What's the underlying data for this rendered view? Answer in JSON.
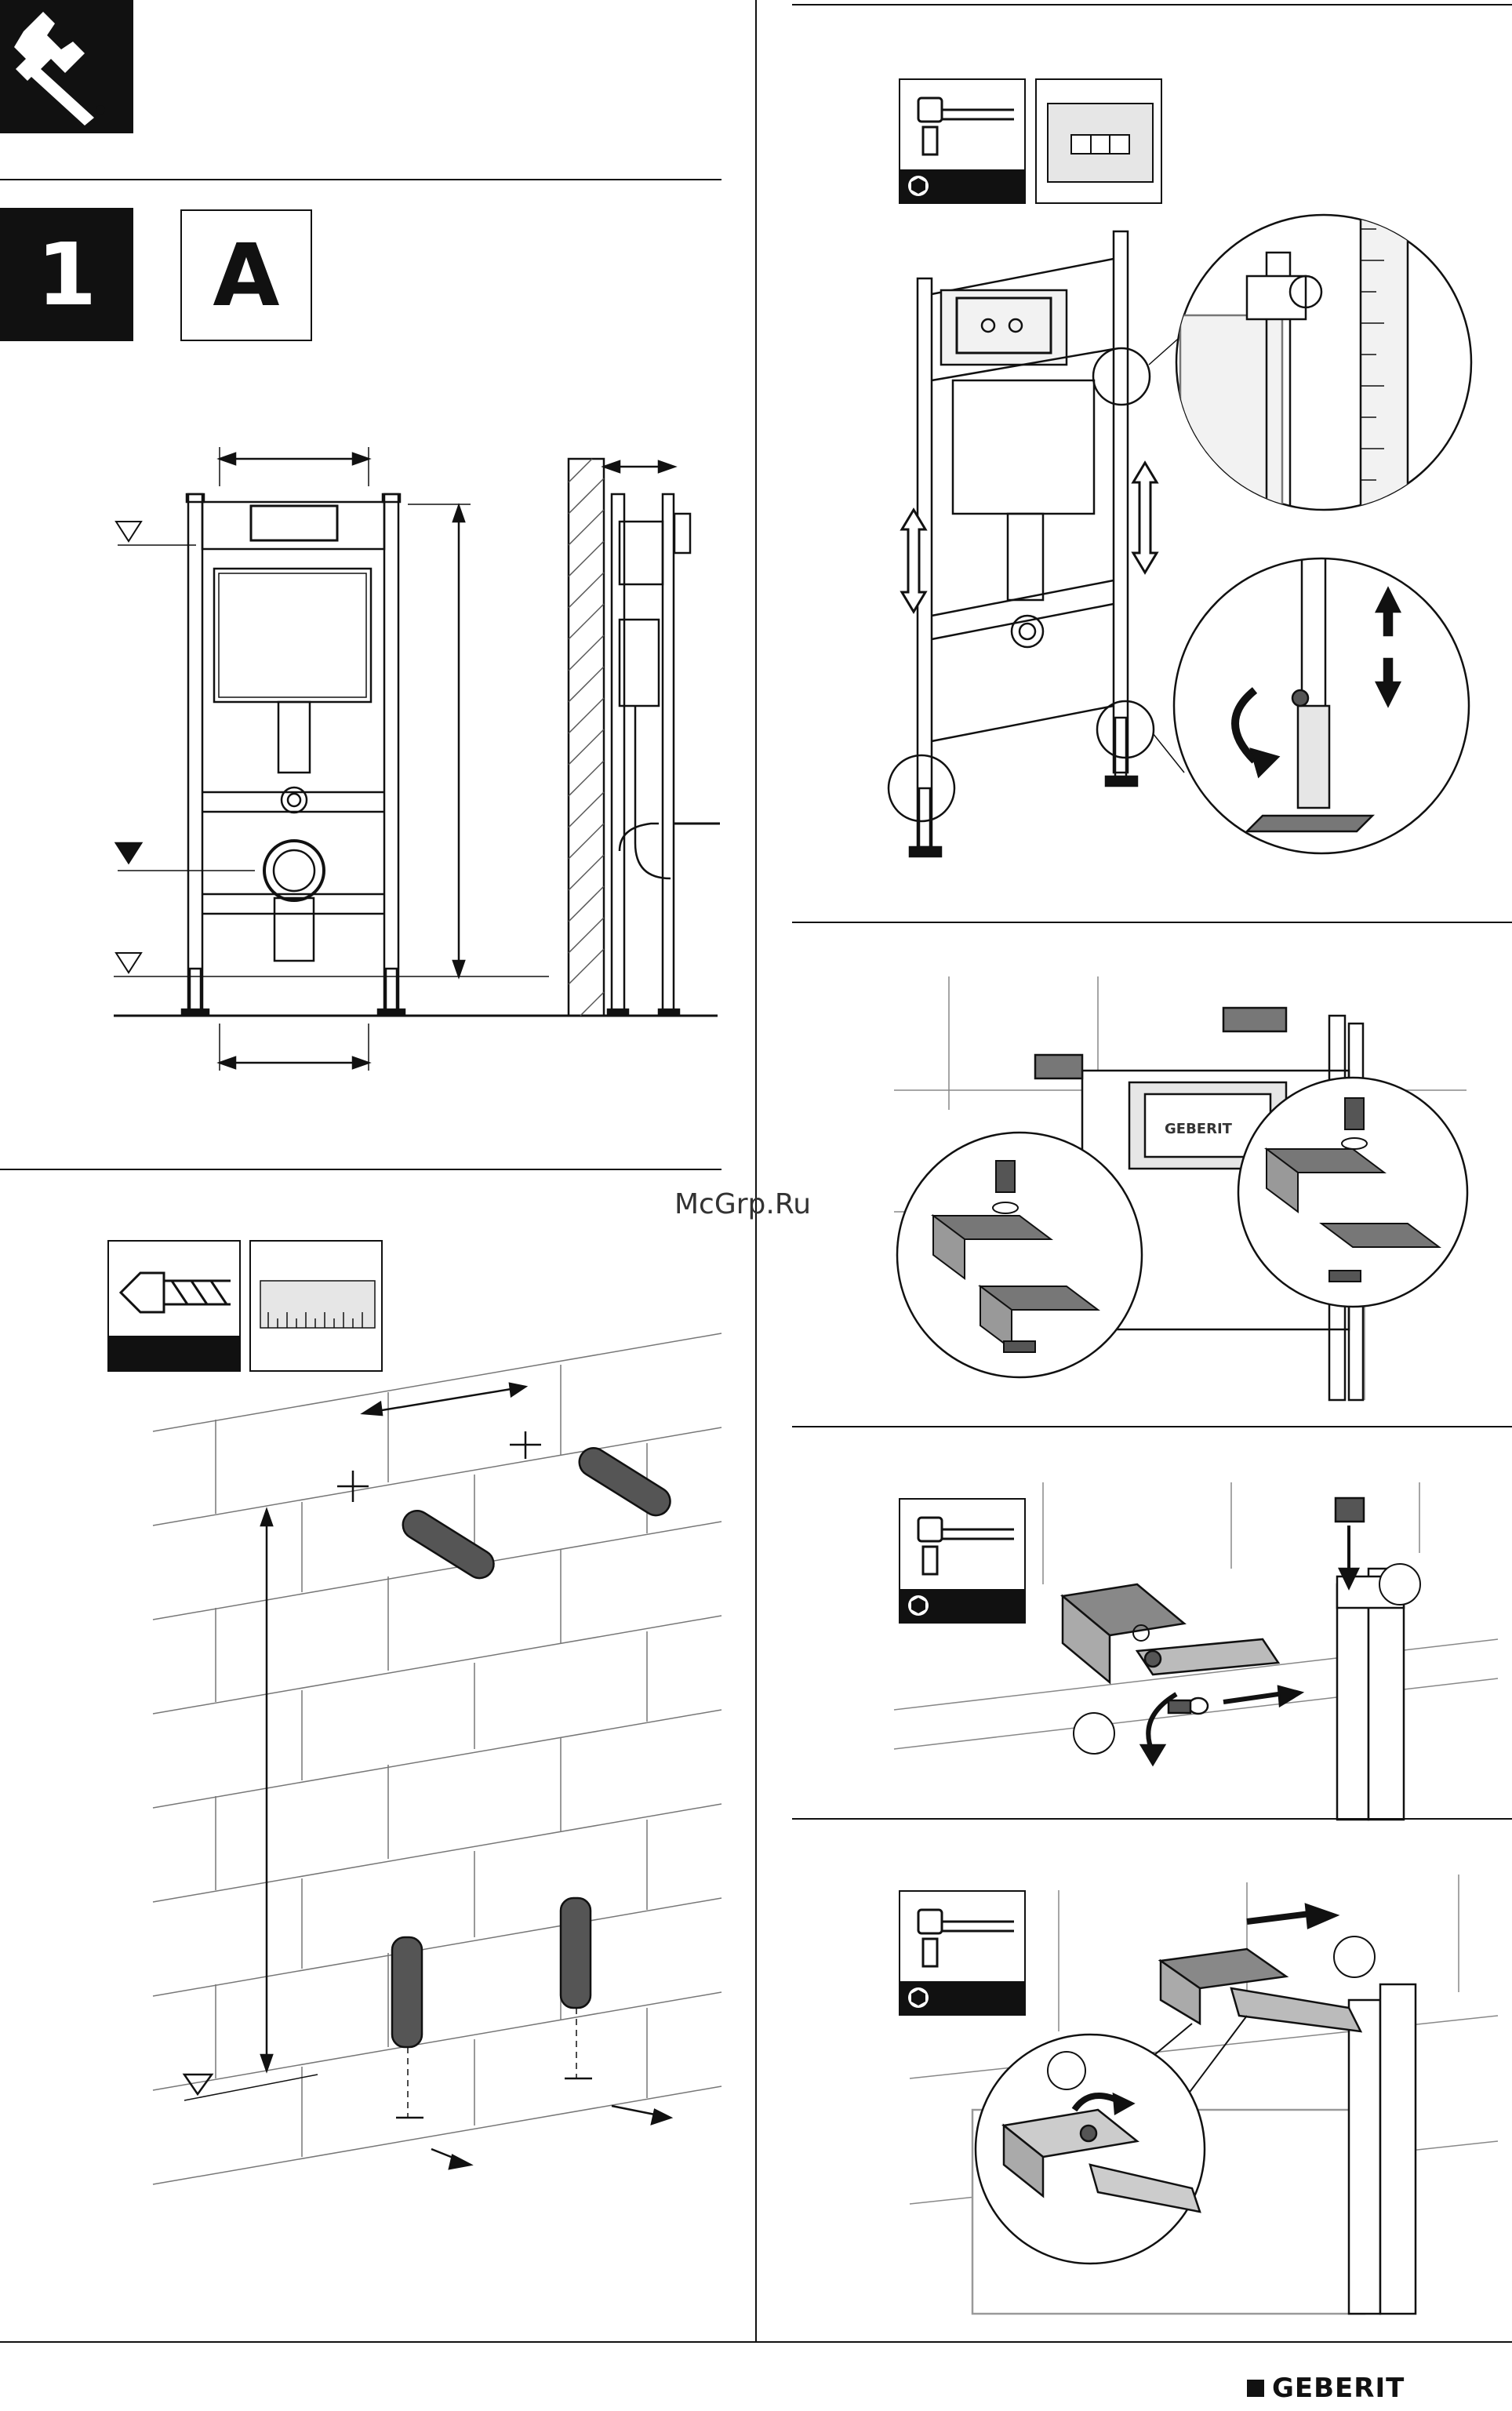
{
  "page": {
    "step_number": "1",
    "step_letter": "A",
    "watermark": "McGrp.Ru",
    "brand": "GEBERIT",
    "frame_brand": "GEBERIT"
  },
  "icons": {
    "header": "wrench-icon",
    "drill": "drill-bit-icon",
    "ruler": "ruler-icon",
    "wrench_tool": "socket-wrench-icon",
    "level": "spirit-level-icon",
    "hex": "hex-socket-icon"
  },
  "colors": {
    "ink": "#111111",
    "hatch": "#555555",
    "panel": "#e6e6e6",
    "wall_tile": "#f2f2f2"
  }
}
